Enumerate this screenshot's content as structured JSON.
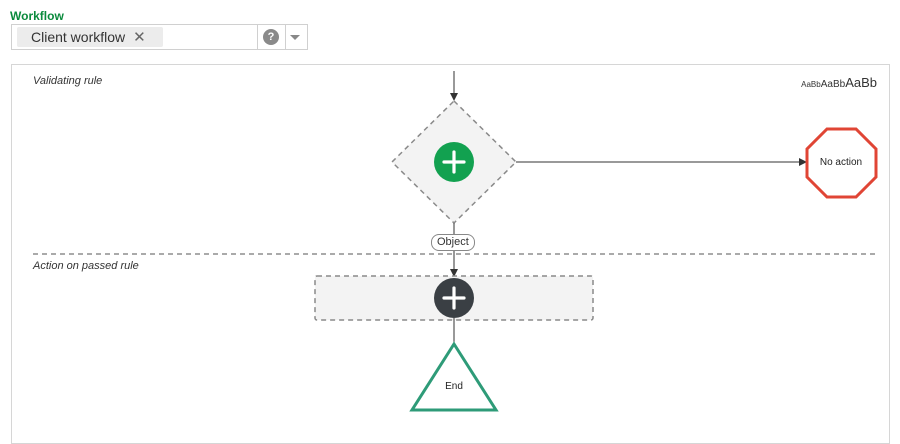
{
  "workflow": {
    "label": "Workflow",
    "selected": "Client workflow",
    "remove_glyph": "✕",
    "help_glyph": "?"
  },
  "canvas": {
    "lanes": [
      {
        "label": "Validating rule"
      },
      {
        "label": "Action on passed rule"
      }
    ],
    "font_sizer": [
      "AaBb",
      "AaBb",
      "AaBb"
    ],
    "nodes": {
      "decision_add_label": "+",
      "action_add_label": "+",
      "no_action": "No action",
      "end": "End",
      "connector": "Object"
    }
  },
  "colors": {
    "accent_green": "#0a8a3c",
    "add_green": "#12a150",
    "add_dark": "#3a3f44",
    "stop_red": "#e04535",
    "end_green": "#2e9b78"
  },
  "icons": [
    "close-icon",
    "help-icon",
    "chevron-down-icon",
    "plus-icon",
    "stop-octagon",
    "end-triangle",
    "decision-diamond"
  ]
}
